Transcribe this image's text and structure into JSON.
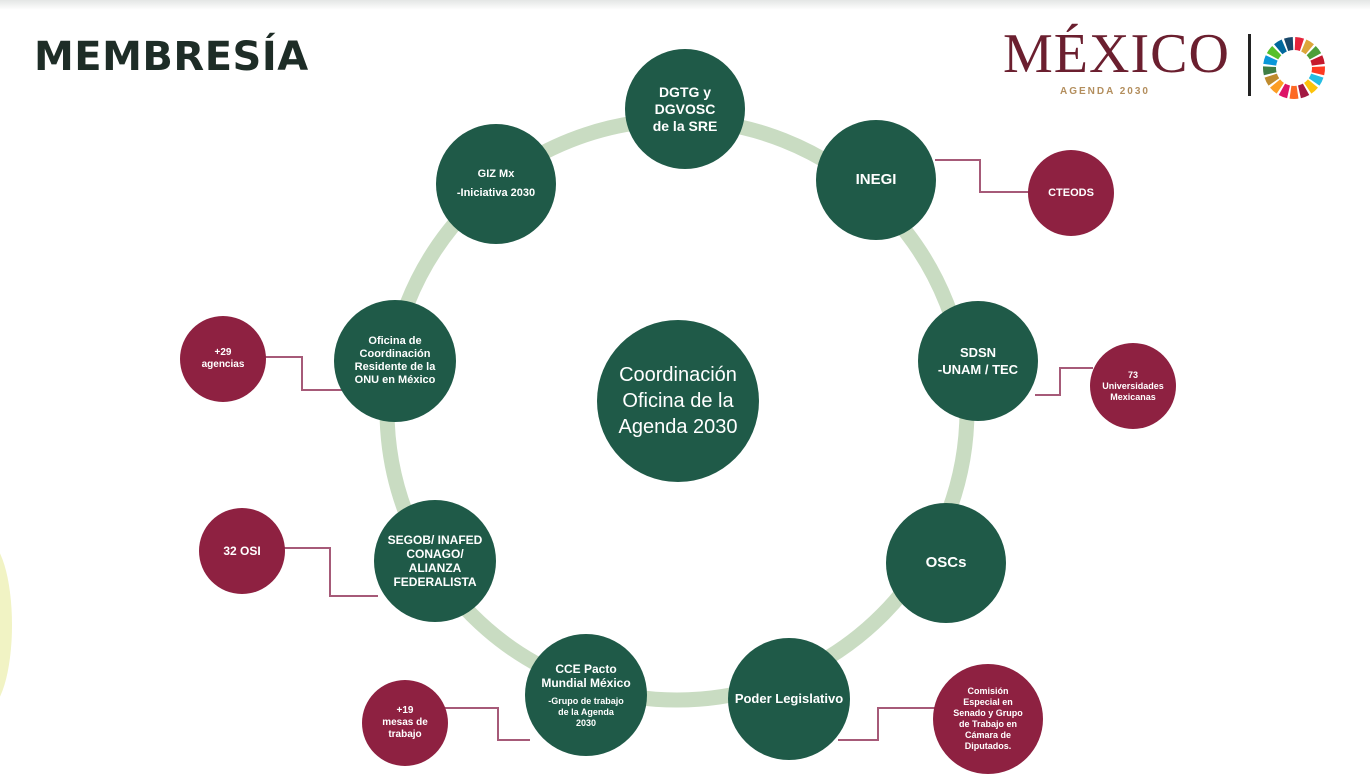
{
  "title": "MEMBRESÍA",
  "logo": {
    "wordmark": "MÉXICO",
    "subtitle": "AGENDA 2030",
    "icon": "sdg-wheel-icon"
  },
  "colors": {
    "primary_node": "#1f5a48",
    "secondary_node": "#8e2141",
    "ring": "#c9dcc2",
    "connector": "#a65a78",
    "title": "#1e2d27",
    "logo_maroon": "#6b1f2f",
    "logo_gold": "#b38e5d"
  },
  "center_node": {
    "lines": [
      "Coordinación",
      "Oficina de la",
      "Agenda 2030"
    ]
  },
  "members": [
    {
      "id": "dgtg",
      "lines": [
        "DGTG y",
        "DGVOSC",
        "de la SRE"
      ]
    },
    {
      "id": "inegi",
      "lines": [
        "INEGI"
      ]
    },
    {
      "id": "sdsn",
      "lines": [
        "SDSN",
        "-UNAM / TEC"
      ]
    },
    {
      "id": "oscs",
      "lines": [
        "OSCs"
      ]
    },
    {
      "id": "poder-legislativo",
      "lines": [
        "Poder Legislativo"
      ]
    },
    {
      "id": "cce",
      "lines": [
        "CCE Pacto",
        "Mundial México",
        "",
        "-Grupo de trabajo",
        "de la Agenda",
        "2030"
      ]
    },
    {
      "id": "segob",
      "lines": [
        "SEGOB/ INAFED",
        "CONAGO/",
        "ALIANZA",
        "FEDERALISTA"
      ]
    },
    {
      "id": "onu",
      "lines": [
        "Oficina de",
        "Coordinación",
        "Residente de la",
        "ONU en México"
      ]
    },
    {
      "id": "giz",
      "lines": [
        "GIZ Mx",
        "",
        "-Iniciativa 2030"
      ]
    }
  ],
  "satellites": [
    {
      "id": "cteods",
      "parent": "inegi",
      "lines": [
        "CTEODS"
      ]
    },
    {
      "id": "universidades",
      "parent": "sdsn",
      "lines": [
        "73",
        "Universidades",
        "Mexicanas"
      ]
    },
    {
      "id": "comision",
      "parent": "poder-legislativo",
      "lines": [
        "Comisión",
        "Especial en",
        "Senado y Grupo",
        "de Trabajo en",
        "Cámara de",
        "Diputados."
      ]
    },
    {
      "id": "mesas",
      "parent": "cce",
      "lines": [
        "+19",
        "mesas de",
        "trabajo"
      ]
    },
    {
      "id": "osi",
      "parent": "segob",
      "lines": [
        "32 OSI"
      ]
    },
    {
      "id": "agencias",
      "parent": "onu",
      "lines": [
        "+29",
        "agencias"
      ]
    }
  ]
}
